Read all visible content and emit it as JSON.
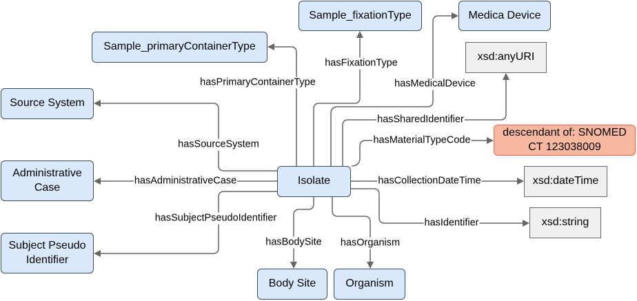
{
  "nodes": {
    "isolate": "Isolate",
    "sample_fixation_type": "Sample_fixationType",
    "medica_device": "Medica Device",
    "sample_primary_container_type": "Sample_primaryContainerType",
    "xsd_anyuri": "xsd:anyURI",
    "source_system": "Source System",
    "descendant_snomed_line1": "descendant of: SNOMED",
    "descendant_snomed_line2": "CT 123038009",
    "administrative_case_line1": "Administrative",
    "administrative_case_line2": "Case",
    "xsd_datetime": "xsd:dateTime",
    "xsd_string": "xsd:string",
    "subject_pseudo_identifier_line1": "Subject Pseudo",
    "subject_pseudo_identifier_line2": "Identifier",
    "body_site": "Body Site",
    "organism": "Organism"
  },
  "edges": {
    "has_fixation_type": "hasFixationType",
    "has_primary_container_type": "hasPrimaryContainerType",
    "has_medical_device": "hasMedicalDevice",
    "has_shared_identifier": "hasSharedIdentifier",
    "has_material_type_code": "hasMaterialTypeCode",
    "has_source_system": "hasSourceSystem",
    "has_administrative_case": "hasAdministrativeCase",
    "has_collection_date_time": "hasCollectionDateTime",
    "has_identifier": "hasIdentifier",
    "has_subject_pseudo_identifier": "hasSubjectPseudoIdentifier",
    "has_body_site": "hasBodySite",
    "has_organism": "hasOrganism"
  },
  "colors": {
    "class_fill": "#dae8fc",
    "literal_fill": "#f0f0f0",
    "constraint_fill": "#f8b8a0",
    "edge_stroke": "#666666"
  }
}
